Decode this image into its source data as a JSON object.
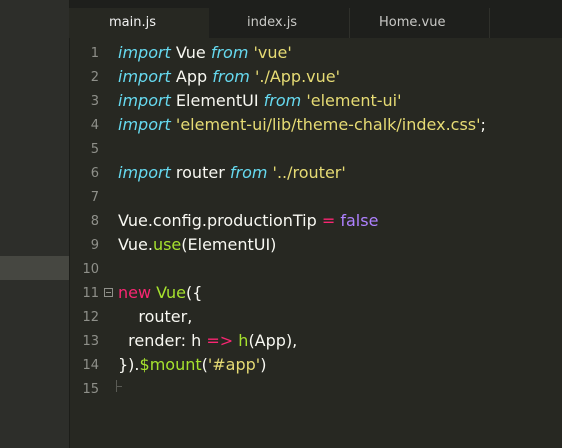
{
  "tabs": [
    {
      "label": "main.js",
      "active": true
    },
    {
      "label": "index.js",
      "active": false
    },
    {
      "label": "Home.vue",
      "active": false
    }
  ],
  "theme": {
    "background": "#272822",
    "keyword": "#66d9ef",
    "string": "#e6db74",
    "operator": "#f92672",
    "function": "#a6e22e",
    "constant": "#ae81ff"
  },
  "code": {
    "lines": [
      {
        "n": "1",
        "t": [
          [
            "kw",
            "import"
          ],
          [
            "p",
            " Vue "
          ],
          [
            "kw",
            "from"
          ],
          [
            "p",
            " "
          ],
          [
            "str",
            "'vue'"
          ]
        ]
      },
      {
        "n": "2",
        "t": [
          [
            "kw",
            "import"
          ],
          [
            "p",
            " App "
          ],
          [
            "kw",
            "from"
          ],
          [
            "p",
            " "
          ],
          [
            "str",
            "'./App.vue'"
          ]
        ]
      },
      {
        "n": "3",
        "t": [
          [
            "kw",
            "import"
          ],
          [
            "p",
            " ElementUI "
          ],
          [
            "kw",
            "from"
          ],
          [
            "p",
            " "
          ],
          [
            "str",
            "'element-ui'"
          ]
        ]
      },
      {
        "n": "4",
        "t": [
          [
            "kw",
            "import"
          ],
          [
            "p",
            " "
          ],
          [
            "str",
            "'element-ui/lib/theme-chalk/index.css'"
          ],
          [
            "p",
            ";"
          ]
        ]
      },
      {
        "n": "5",
        "t": []
      },
      {
        "n": "6",
        "t": [
          [
            "kw",
            "import"
          ],
          [
            "p",
            " router "
          ],
          [
            "kw",
            "from"
          ],
          [
            "p",
            " "
          ],
          [
            "str",
            "'../router'"
          ]
        ]
      },
      {
        "n": "7",
        "t": []
      },
      {
        "n": "8",
        "t": [
          [
            "p",
            "Vue.config.productionTip "
          ],
          [
            "red",
            "="
          ],
          [
            "p",
            " "
          ],
          [
            "pur",
            "false"
          ]
        ]
      },
      {
        "n": "9",
        "t": [
          [
            "p",
            "Vue."
          ],
          [
            "grn",
            "use"
          ],
          [
            "p",
            "(ElementUI)"
          ]
        ]
      },
      {
        "n": "10",
        "t": []
      },
      {
        "n": "11",
        "t": [
          [
            "red",
            "new"
          ],
          [
            "p",
            " "
          ],
          [
            "grn",
            "Vue"
          ],
          [
            "p",
            "({"
          ]
        ],
        "fold": true
      },
      {
        "n": "12",
        "t": [
          [
            "p",
            "    router,"
          ]
        ]
      },
      {
        "n": "13",
        "t": [
          [
            "p",
            "  render: h "
          ],
          [
            "red",
            "=>"
          ],
          [
            "p",
            " "
          ],
          [
            "grn",
            "h"
          ],
          [
            "p",
            "(App),"
          ]
        ]
      },
      {
        "n": "14",
        "t": [
          [
            "p",
            "})."
          ],
          [
            "grn",
            "$mount"
          ],
          [
            "p",
            "("
          ],
          [
            "str",
            "'#app'"
          ],
          [
            "p",
            ")"
          ]
        ]
      },
      {
        "n": "15",
        "t": []
      }
    ]
  }
}
